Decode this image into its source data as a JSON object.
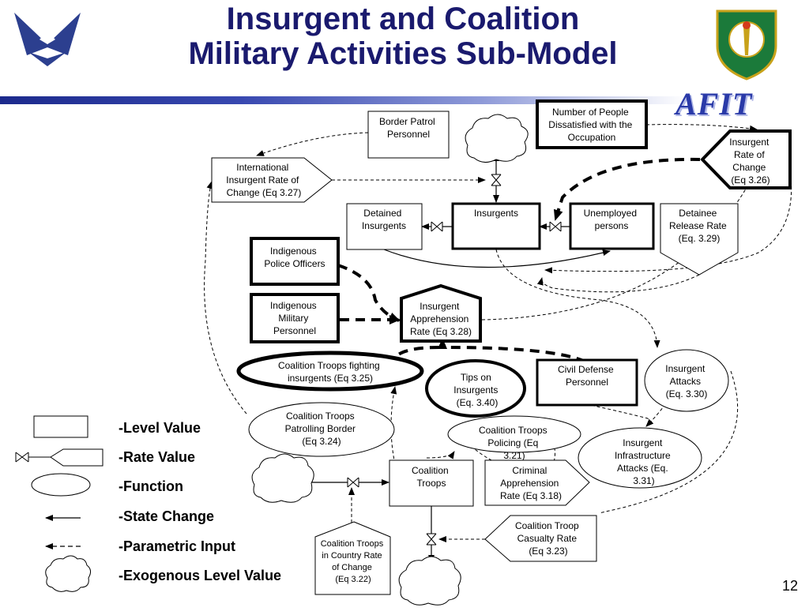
{
  "header": {
    "title_line1": "Insurgent and Coalition",
    "title_line2": "Military Activities Sub-Model",
    "afit_logo_text": "AFIT",
    "page_number": "12"
  },
  "nodes": {
    "border_patrol": [
      "Border Patrol",
      "Personnel"
    ],
    "people_dissatisfied": [
      "Number of People",
      "Dissatisfied with the",
      "Occupation"
    ],
    "insurgent_rate_change": [
      "Insurgent",
      "Rate of",
      "Change",
      "(Eq 3.26)"
    ],
    "intl_insurgent_rate": [
      "International",
      "Insurgent Rate of",
      "Change (Eq 3.27)"
    ],
    "detained_insurgents": [
      "Detained",
      "Insurgents"
    ],
    "insurgents": [
      "Insurgents"
    ],
    "unemployed": [
      "Unemployed",
      "persons"
    ],
    "detainee_release": [
      "Detainee",
      "Release Rate",
      "(Eq. 3.29)"
    ],
    "indigenous_police": [
      "Indigenous",
      "Police Officers"
    ],
    "indigenous_military": [
      "Indigenous",
      "Military",
      "Personnel"
    ],
    "insurgent_apprehension": [
      "Insurgent",
      "Apprehension",
      "Rate (Eq 3.28)"
    ],
    "coalition_fighting": [
      "Coalition Troops fighting",
      "insurgents (Eq 3.25)"
    ],
    "tips": [
      "Tips on",
      "Insurgents",
      "(Eq. 3.40)"
    ],
    "civil_defense": [
      "Civil Defense",
      "Personnel"
    ],
    "insurgent_attacks": [
      "Insurgent",
      "Attacks",
      "(Eq. 3.30)"
    ],
    "coalition_patrolling": [
      "Coalition Troops",
      "Patrolling Border",
      "(Eq 3.24)"
    ],
    "coalition_policing": [
      "Coalition Troops",
      "Policing (Eq",
      "3.21)"
    ],
    "infrastructure_attacks": [
      "Insurgent",
      "Infrastructure",
      "Attacks (Eq.",
      "3.31)"
    ],
    "coalition_troops": [
      "Coalition",
      "Troops"
    ],
    "criminal_apprehension": [
      "Criminal",
      "Apprehension",
      "Rate (Eq 3.18)"
    ],
    "coalition_casualty": [
      "Coalition Troop",
      "Casualty Rate",
      "(Eq 3.23)"
    ],
    "coalition_in_country": [
      "Coalition Troops",
      "in Country Rate",
      "of Change",
      "(Eq 3.22)"
    ]
  },
  "legend": {
    "level_value": "-Level Value",
    "rate_value": "-Rate Value",
    "function": "-Function",
    "state_change": "-State Change",
    "parametric_input": "-Parametric Input",
    "exogenous_level": "-Exogenous Level Value"
  },
  "colors": {
    "title": "#1a1a6e",
    "rule_start": "#1c2a8c",
    "afit": "#2a3aa8",
    "stroke": "#000000",
    "usaf_logo": "#2c3f8f",
    "aetc_shield": "#1b7a3a"
  }
}
